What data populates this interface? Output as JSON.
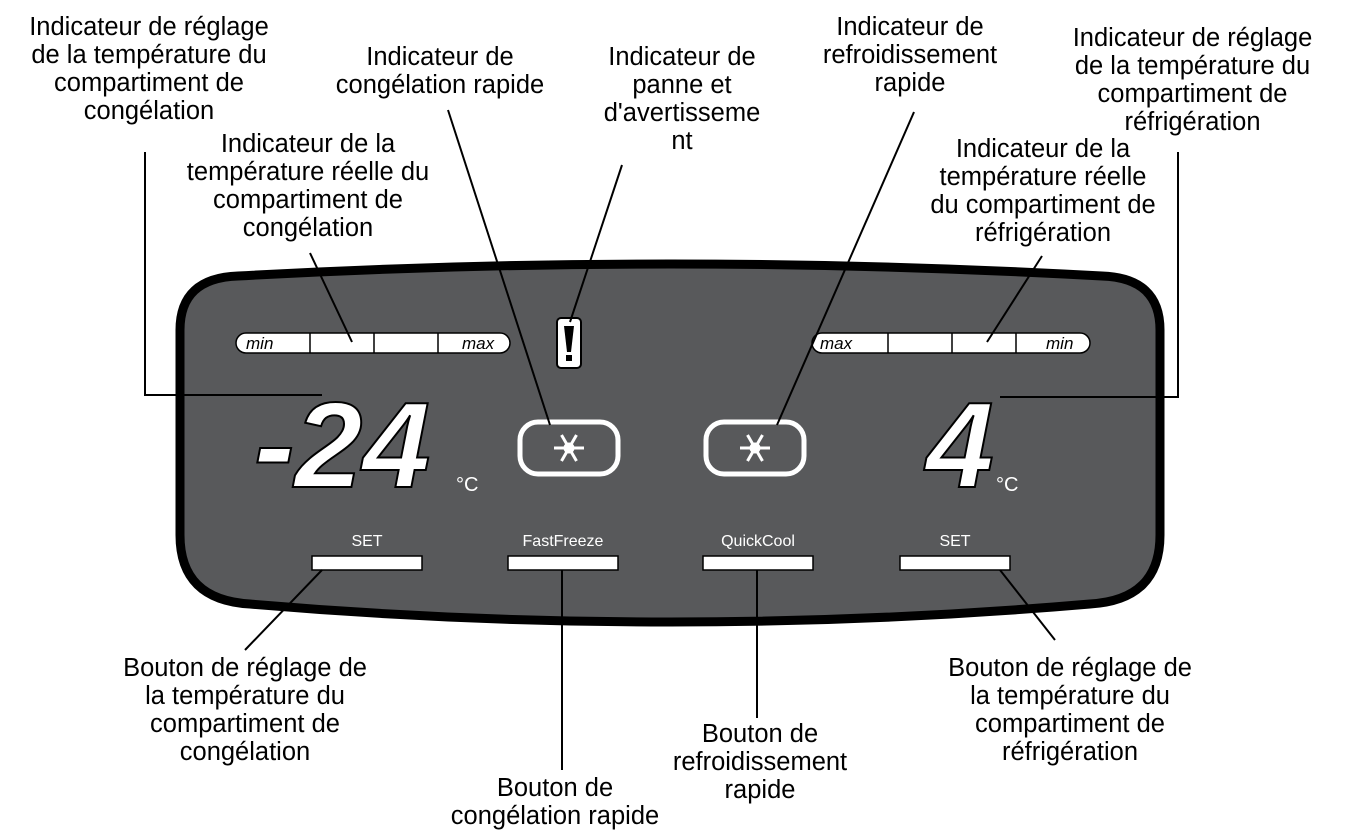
{
  "colors": {
    "panel_fill": "#58595b",
    "panel_stroke": "#000000",
    "display_white": "#ffffff",
    "leader_line": "#000000"
  },
  "panel": {
    "freezer_scale": {
      "left_label": "min",
      "right_label": "max"
    },
    "fridge_scale": {
      "left_label": "max",
      "right_label": "min"
    },
    "freezer_temperature": "-24",
    "fridge_temperature": "4",
    "unit": "°C",
    "fast_freeze_icon": "snowflake-icon",
    "quick_cool_icon": "snowflake-icon",
    "alarm_icon": "exclamation-icon",
    "buttons": {
      "freezer_set": "SET",
      "fast_freeze": "FastFreeze",
      "quick_cool": "QuickCool",
      "fridge_set": "SET"
    }
  },
  "callouts": {
    "freezer_setting_indicator": "Indicateur de réglage\nde la température du\ncompartiment de\ncongélation",
    "freezer_actual_indicator": "Indicateur de la\ntempérature réelle du\ncompartiment de\ncongélation",
    "fast_freeze_indicator": "Indicateur de\ncongélation rapide",
    "alarm_indicator": "Indicateur de\npanne et\nd'avertisseme\nnt",
    "quick_cool_indicator": "Indicateur de\nrefroidissement\nrapide",
    "fridge_setting_indicator": "Indicateur de réglage\nde la température du\ncompartiment de\nréfrigération",
    "fridge_actual_indicator": "Indicateur de la\ntempérature réelle\ndu compartiment de\nréfrigération",
    "freezer_set_button": "Bouton de réglage de\nla température du\ncompartiment de\ncongélation",
    "fast_freeze_button": "Bouton de\ncongélation rapide",
    "quick_cool_button": "Bouton de\nrefroidissement\nrapide",
    "fridge_set_button": "Bouton de réglage de\nla température du\ncompartiment de\nréfrigération"
  }
}
